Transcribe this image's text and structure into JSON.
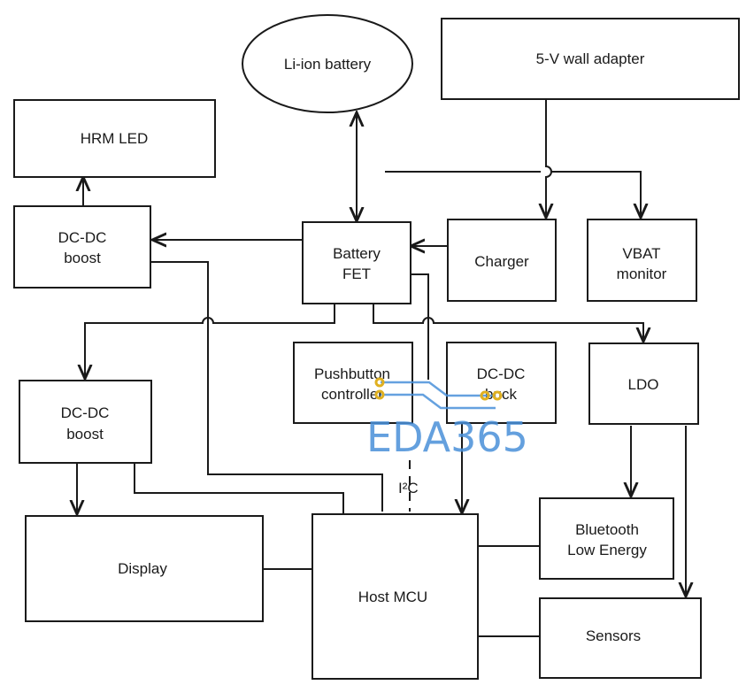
{
  "blocks": {
    "li_ion_battery": "Li-ion battery",
    "wall_adapter": "5-V wall adapter",
    "hrm_led": "HRM LED",
    "boost_top_1": "DC-DC",
    "boost_top_2": "boost",
    "battery_fet_1": "Battery",
    "battery_fet_2": "FET",
    "charger": "Charger",
    "vbat_monitor_1": "VBAT",
    "vbat_monitor_2": "monitor",
    "pushbutton_1": "Pushbutton",
    "pushbutton_2": "controller",
    "buck_1": "DC-DC",
    "buck_2": "buck",
    "ldo": "LDO",
    "boost_left_1": "DC-DC",
    "boost_left_2": "boost",
    "display": "Display",
    "host_mcu": "Host MCU",
    "ble_1": "Bluetooth",
    "ble_2": "Low Energy",
    "sensors": "Sensors"
  },
  "bus_label": "I²C",
  "watermark": "EDA365",
  "colors": {
    "line": "#1a1a1a",
    "watermark_blue": "#4a90d9",
    "watermark_gold": "#e0b020"
  }
}
